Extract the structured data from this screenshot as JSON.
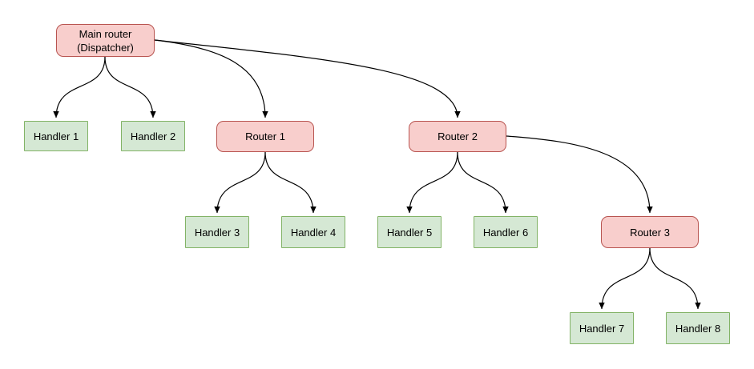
{
  "colors": {
    "background": "#ffffff",
    "edge": "#000000",
    "router-fill": "#f8cecc",
    "router-border": "#b85450",
    "handler-fill": "#d5e8d4",
    "handler-border": "#82b366"
  },
  "nodes": {
    "main_router": {
      "line1": "Main router",
      "line2": "(Dispatcher)"
    },
    "handler1": {
      "label": "Handler 1"
    },
    "handler2": {
      "label": "Handler 2"
    },
    "router1": {
      "label": "Router 1"
    },
    "router2": {
      "label": "Router 2"
    },
    "handler3": {
      "label": "Handler 3"
    },
    "handler4": {
      "label": "Handler 4"
    },
    "handler5": {
      "label": "Handler 5"
    },
    "handler6": {
      "label": "Handler 6"
    },
    "router3": {
      "label": "Router 3"
    },
    "handler7": {
      "label": "Handler 7"
    },
    "handler8": {
      "label": "Handler 8"
    }
  },
  "edges": [
    {
      "from": "Main router (Dispatcher)",
      "to": "Handler 1"
    },
    {
      "from": "Main router (Dispatcher)",
      "to": "Handler 2"
    },
    {
      "from": "Main router (Dispatcher)",
      "to": "Router 1"
    },
    {
      "from": "Main router (Dispatcher)",
      "to": "Router 2"
    },
    {
      "from": "Router 1",
      "to": "Handler 3"
    },
    {
      "from": "Router 1",
      "to": "Handler 4"
    },
    {
      "from": "Router 2",
      "to": "Handler 5"
    },
    {
      "from": "Router 2",
      "to": "Handler 6"
    },
    {
      "from": "Router 2",
      "to": "Router 3"
    },
    {
      "from": "Router 3",
      "to": "Handler 7"
    },
    {
      "from": "Router 3",
      "to": "Handler 8"
    }
  ]
}
